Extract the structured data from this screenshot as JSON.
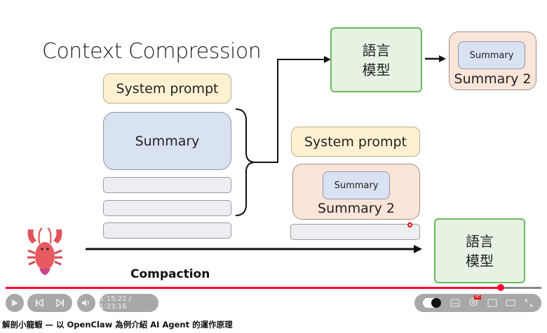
{
  "slide": {
    "title": "Context Compression",
    "left_stack": {
      "system_prompt": "System prompt",
      "summary": "Summary"
    },
    "top_model": {
      "line1": "語言",
      "line2": "模型"
    },
    "top_output": {
      "inner": "Summary",
      "label": "Summary 2"
    },
    "right_stack": {
      "system_prompt": "System prompt",
      "inner": "Summary",
      "label": "Summary 2"
    },
    "bottom_model": {
      "line1": "語言",
      "line2": "模型"
    },
    "arrow_label": "Compaction",
    "mascot": "lobster-icon"
  },
  "player": {
    "progress_fraction": 0.924,
    "current_time": "1:15:22",
    "duration": "1:23:16",
    "time_display": "1:15:22 / 1:23:16",
    "colors": {
      "played": "#ff0033",
      "buffered": "#888888",
      "pill": "#a8a8a8"
    },
    "hd_badge": "HD"
  },
  "video_title": "解剖小龍蝦 — 以 OpenClaw 為例介紹 AI Agent 的運作原理"
}
